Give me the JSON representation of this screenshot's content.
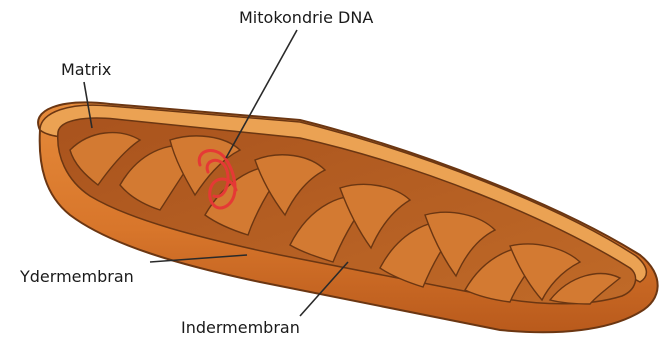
{
  "diagram": {
    "labels": {
      "dna": "Mitokondrie DNA",
      "matrix": "Matrix",
      "outer_membrane": "Ydermembran",
      "inner_membrane": "Indermembran"
    },
    "colors": {
      "outer_shell": "#d9792c",
      "outer_rim": "#e9a04e",
      "interior": "#b85f24",
      "cristae": "#c9772f",
      "outline": "#6b3612",
      "dna": "#e53935",
      "leader_line": "#2a2a2a"
    }
  }
}
